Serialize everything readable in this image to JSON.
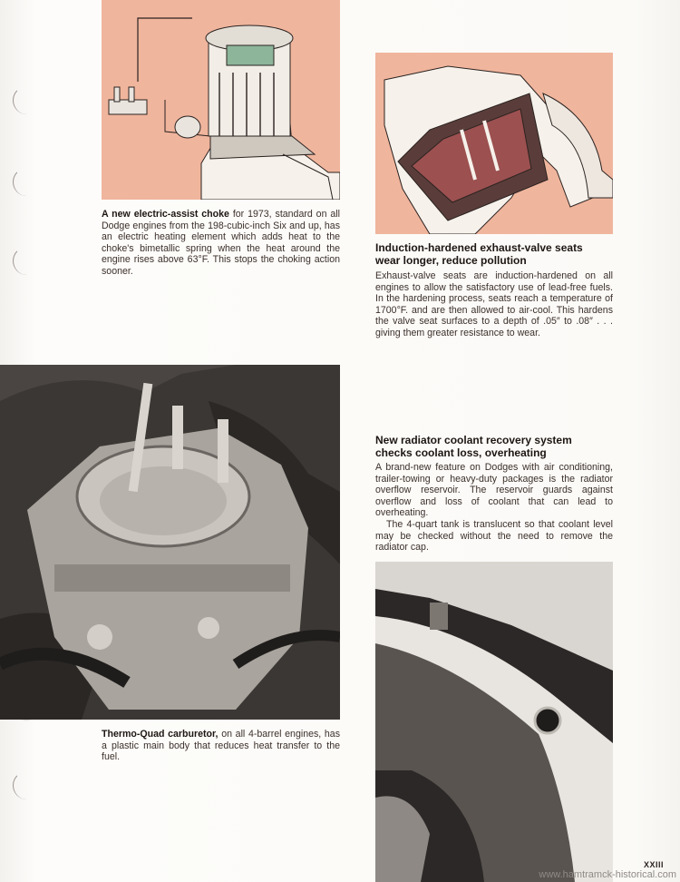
{
  "choke": {
    "lead": "A new electric-assist choke",
    "text": "for 1973, standard on all Dodge engines from the 198-cubic-inch Six and up, has an electric heating element which adds heat to the choke's bimetallic spring when the heat around the engine rises above 63°F. This stops the choking action sooner."
  },
  "valve": {
    "heading_line1": "Induction-hardened exhaust-valve seats",
    "heading_line2": "wear longer, reduce pollution",
    "body": "Exhaust-valve seats are induction-hardened on all engines to allow the satisfactory use of lead-free fuels. In the hardening process, seats reach a temperature of 1700°F. and are then allowed to air-cool. This hardens the valve seat surfaces to a depth of .05″ to .08″ . . . giving them greater resistance to wear."
  },
  "coolant": {
    "heading_line1": "New radiator coolant recovery system",
    "heading_line2": "checks coolant loss, overheating",
    "para1": "A brand-new feature on Dodges with air conditioning, trailer-towing or heavy-duty packages is the radiator overflow reservoir. The reservoir guards against overflow and loss of coolant that can lead to overheating.",
    "para2": "The 4-quart tank is translucent so that coolant level may be checked without the need to remove the radiator cap."
  },
  "thermoquad": {
    "lead": "Thermo-Quad carburetor,",
    "text": "on all 4-barrel engines, has a plastic main body that reduces heat transfer to the fuel."
  },
  "page": {
    "number": "XXIII",
    "watermark": "www.hamtramck-historical.com"
  }
}
